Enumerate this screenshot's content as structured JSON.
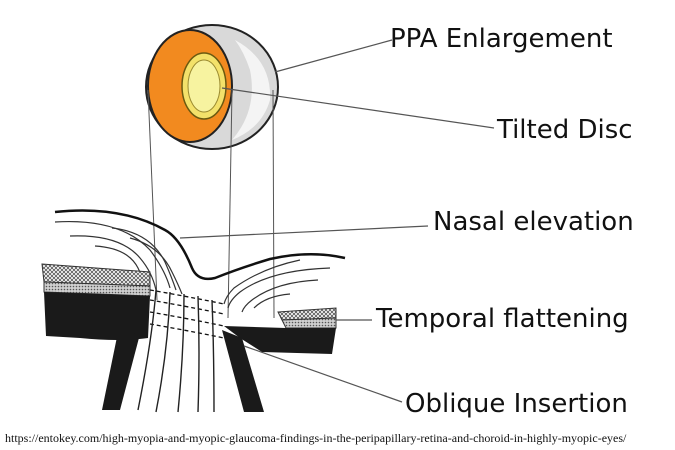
{
  "labels": {
    "ppa_enlargement": "PPA Enlargement",
    "tilted_disc": "Tilted Disc",
    "nasal_elevation": "Nasal elevation",
    "temporal_flattening": "Temporal flattening",
    "oblique_insertion": "Oblique Insertion"
  },
  "source_url": "https://entokey.com/high-myopia-and-myopic-glaucoma-findings-in-the-peripapillary-retina-and-choroid-in-highly-myopic-eyes/",
  "colors": {
    "ppa_orange": "#f28a1f",
    "disc_yellow": "#f6f08f",
    "eyeball_gray": "#d6d6d6",
    "tissue_black": "#1a1a1a"
  }
}
